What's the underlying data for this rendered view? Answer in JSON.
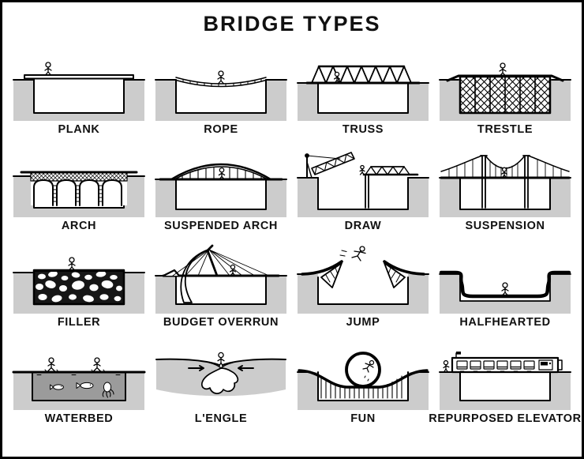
{
  "title": "BRIDGE TYPES",
  "colors": {
    "ink": "#000000",
    "ground": "#cccccc",
    "water": "#9b9b9b",
    "rubble": "#161616",
    "background": "#ffffff"
  },
  "cells": [
    {
      "label": "PLANK",
      "drawing": "plank-bridge-drawing"
    },
    {
      "label": "ROPE",
      "drawing": "rope-bridge-drawing"
    },
    {
      "label": "TRUSS",
      "drawing": "truss-bridge-drawing"
    },
    {
      "label": "TRESTLE",
      "drawing": "trestle-bridge-drawing"
    },
    {
      "label": "ARCH",
      "drawing": "arch-bridge-drawing"
    },
    {
      "label": "SUSPENDED ARCH",
      "drawing": "suspended-arch-bridge-drawing"
    },
    {
      "label": "DRAW",
      "drawing": "draw-bridge-drawing"
    },
    {
      "label": "SUSPENSION",
      "drawing": "suspension-bridge-drawing"
    },
    {
      "label": "FILLER",
      "drawing": "filler-bridge-drawing"
    },
    {
      "label": "BUDGET OVERRUN",
      "drawing": "budget-overrun-bridge-drawing"
    },
    {
      "label": "JUMP",
      "drawing": "jump-bridge-drawing"
    },
    {
      "label": "HALFHEARTED",
      "drawing": "halfhearted-bridge-drawing"
    },
    {
      "label": "WATERBED",
      "drawing": "waterbed-bridge-drawing"
    },
    {
      "label": "L'ENGLE",
      "drawing": "lengle-fold-bridge-drawing"
    },
    {
      "label": "FUN",
      "drawing": "fun-loop-bridge-drawing"
    },
    {
      "label": "REPURPOSED ELEVATOR",
      "drawing": "repurposed-elevator-bridge-drawing"
    }
  ]
}
